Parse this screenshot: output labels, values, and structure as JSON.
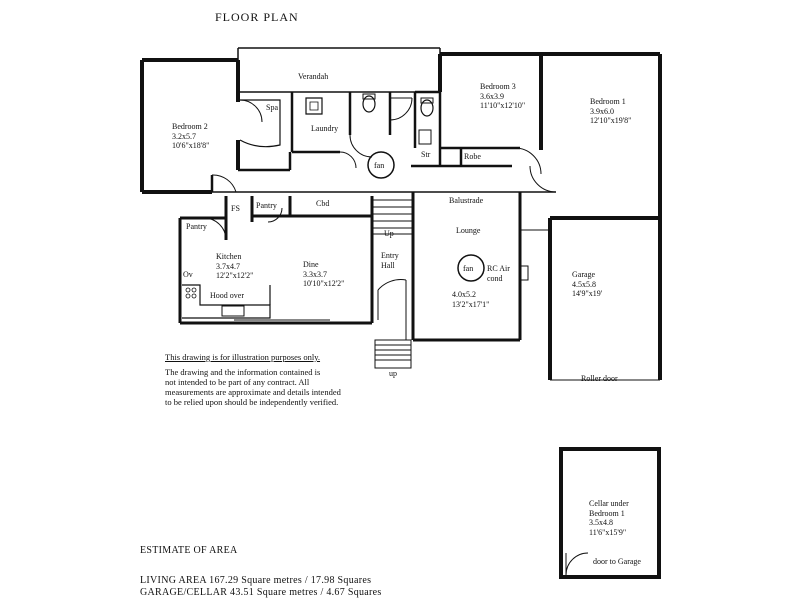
{
  "title": "FLOOR PLAN",
  "rooms": {
    "verandah": {
      "name": "Verandah"
    },
    "bedroom2": {
      "name": "Bedroom 2",
      "metric": "3.2x5.7",
      "imperial": "10'6\"x18'8\""
    },
    "spa": {
      "name": "Spa"
    },
    "laundry": {
      "name": "Laundry"
    },
    "bedroom3": {
      "name": "Bedroom 3",
      "metric": "3.6x3.9",
      "imperial": "11'10\"x12'10\""
    },
    "bedroom1": {
      "name": "Bedroom 1",
      "metric": "3.9x6.0",
      "imperial": "12'10\"x19'8\""
    },
    "str": {
      "name": "Str"
    },
    "robe": {
      "name": "Robe"
    },
    "fan1": {
      "name": "fan"
    },
    "fan2": {
      "name": "fan"
    },
    "balustrade": {
      "name": "Balustrade"
    },
    "fs": {
      "name": "FS"
    },
    "pantry_small": {
      "name": "Pantry"
    },
    "cbd": {
      "name": "Cbd"
    },
    "pantry": {
      "name": "Pantry"
    },
    "kitchen": {
      "name": "Kitchen",
      "metric": "3.7x4.7",
      "imperial": "12'2\"x12'2\""
    },
    "ov": {
      "name": "Ov"
    },
    "hood": {
      "name": "Hood over"
    },
    "dine": {
      "name": "Dine",
      "metric": "3.3x3.7",
      "imperial": "10'10\"x12'2\""
    },
    "up1": {
      "name": "Up"
    },
    "entry": {
      "line1": "Entry",
      "line2": "Hall"
    },
    "lounge": {
      "name": "Lounge",
      "metric": "4.0x5.2",
      "imperial": "13'2\"x17'1\""
    },
    "rcair": {
      "line1": "RC Air",
      "line2": "cond"
    },
    "garage": {
      "name": "Garage",
      "metric": "4.5x5.8",
      "imperial": "14'9\"x19'"
    },
    "up2": {
      "name": "up"
    },
    "roller": {
      "name": "Roller door"
    },
    "cellar": {
      "line1": "Cellar under",
      "line2": "Bedroom 1",
      "metric": "3.5x4.8",
      "imperial": "11'6\"x15'9\""
    },
    "door_garage": {
      "name": "door to Garage"
    }
  },
  "disclaimer": {
    "heading": "This drawing is for illustration purposes only.",
    "line1": "The drawing and the information contained is",
    "line2": "not intended to be part of any contract.  All",
    "line3": "measurements are approximate and details intended",
    "line4": "to be relied upon should be independently verified."
  },
  "estimate": {
    "heading": "ESTIMATE OF AREA",
    "living": "LIVING AREA  167.29  Square metres / 17.98  Squares",
    "garage_cellar": "GARAGE/CELLAR  43.51  Square metres / 4.67  Squares"
  }
}
